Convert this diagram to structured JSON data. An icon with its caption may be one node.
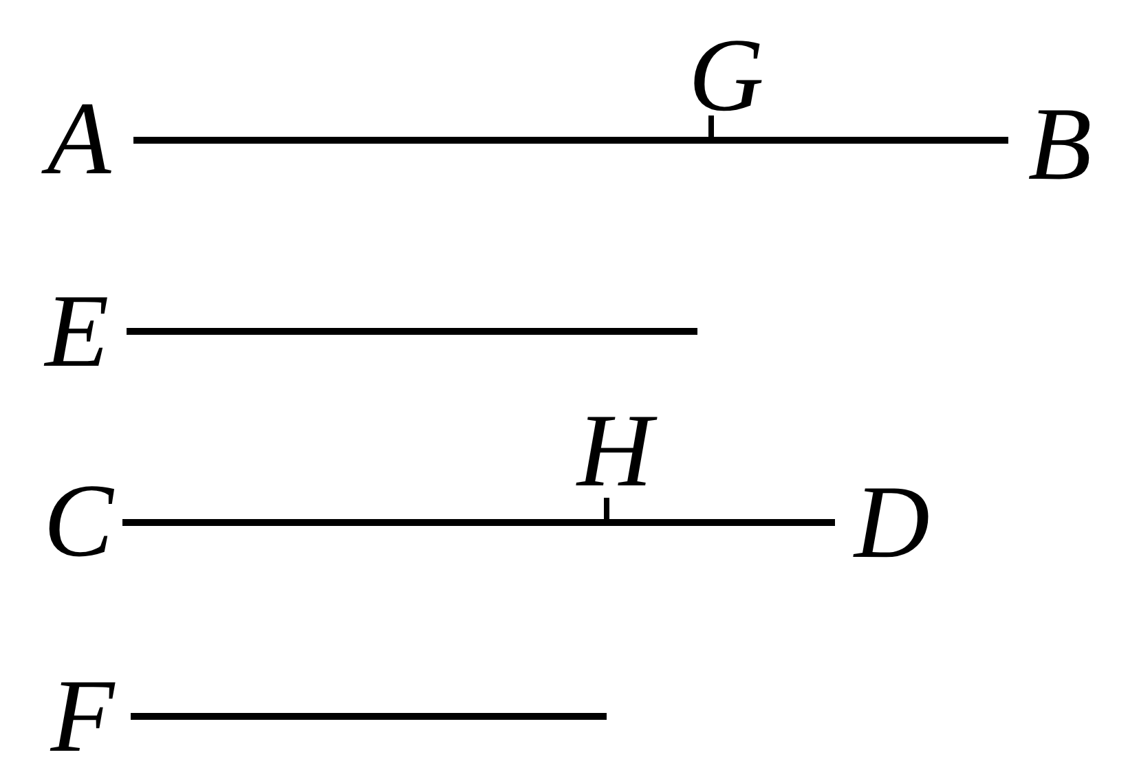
{
  "diagram": {
    "nodes": [
      {
        "text": [
          "A"
        ]
      },
      {
        "text": [
          "B"
        ]
      },
      {
        "text": [
          "E"
        ]
      },
      {
        "text": [
          "C"
        ]
      },
      {
        "text": [
          "D"
        ]
      },
      {
        "text": [
          "F"
        ]
      }
    ],
    "edges": [
      {
        "from": 0,
        "to": 1,
        "arrow": "none"
      },
      {
        "from": 2,
        "to": null,
        "arrow": "none"
      },
      {
        "from": 3,
        "to": 4,
        "arrow": "none"
      },
      {
        "from": 5,
        "to": null,
        "arrow": "none"
      }
    ],
    "labels": [
      "G",
      "H"
    ]
  }
}
